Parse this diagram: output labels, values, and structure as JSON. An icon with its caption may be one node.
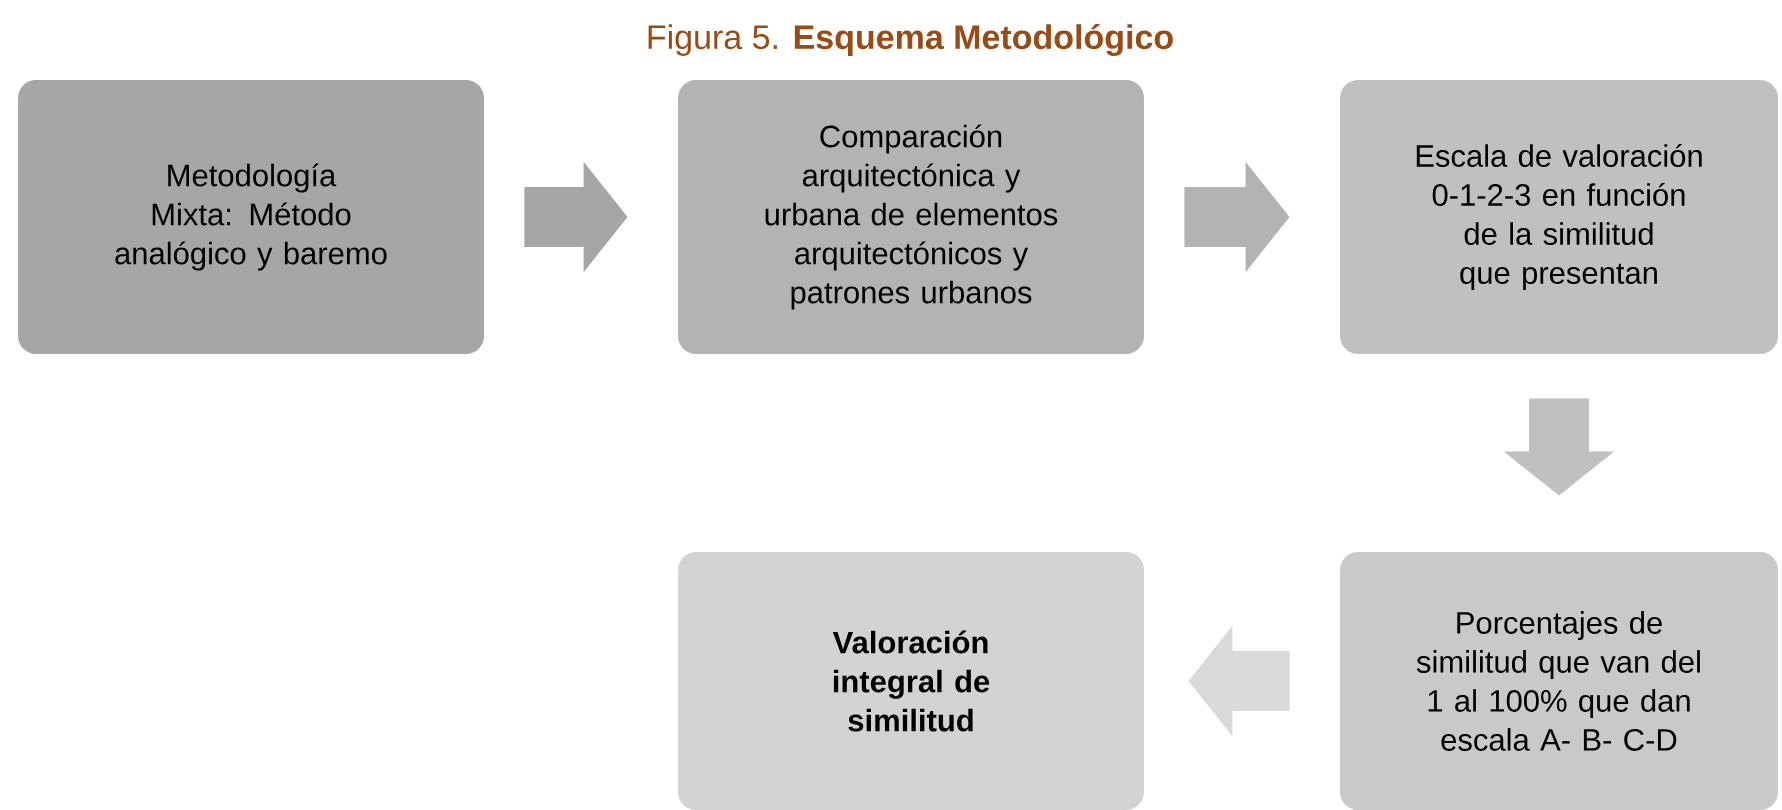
{
  "diagram": {
    "title": "Figura 5. **Esquema Metodológico**",
    "nodes": [
      {
        "text": [
          "Metodología Mixta: Método analógico y baremo"
        ]
      },
      {
        "text": [
          "Comparación arquitectónica y urbana de elementos arquitectónicos y patrones urbanos"
        ]
      },
      {
        "text": [
          "Escala de valoración 0-1-2-3 en función de la similitud que presentan"
        ]
      },
      {
        "text": [
          "Porcentajes de similitud que van del 1 al 100% que dan escala A- B- C-D"
        ]
      },
      {
        "text": [
          "Valoración integral de similitud"
        ]
      }
    ],
    "edges": [
      {
        "from": 0,
        "to": 1,
        "arrow": "to",
        "color": "#a6a6a6"
      },
      {
        "from": 1,
        "to": 2,
        "arrow": "to",
        "color": "#b3b3b3"
      },
      {
        "from": 2,
        "to": 3,
        "arrow": "to",
        "color": "#c0c0c0"
      },
      {
        "from": 3,
        "to": 4,
        "arrow": "to",
        "color": "#d9d9d9"
      }
    ]
  }
}
